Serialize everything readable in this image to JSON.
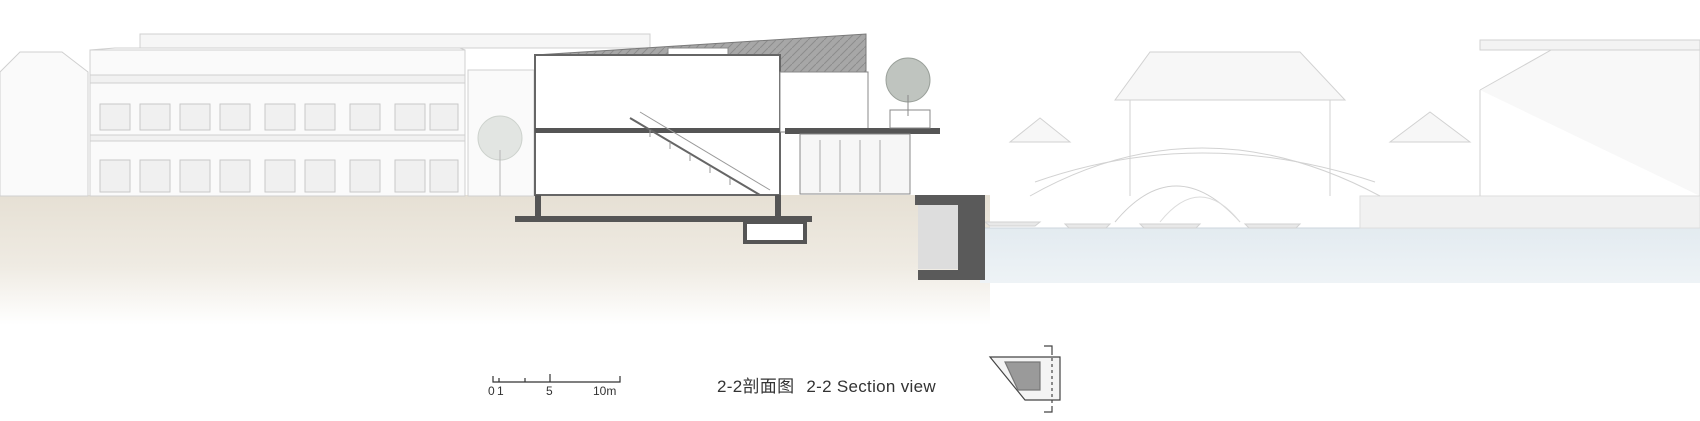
{
  "caption": {
    "title_cn": "2-2剖面图",
    "title_en": "2-2 Section view"
  },
  "scale_bar": {
    "ticks": [
      "0",
      "1",
      "5",
      "10m"
    ]
  },
  "colors": {
    "ground": "#e9e4da",
    "water": "#dde6ec",
    "section_cut": "#555555",
    "roof": "#9a9a9a",
    "context_line": "#cfcfcf"
  },
  "elements": {
    "context_buildings_left": "shophouse-elevation",
    "context_bridge_right": "arch-bridge-elevation",
    "building_section": "cultural-building-section",
    "key_plan": "key-plan-icon"
  }
}
